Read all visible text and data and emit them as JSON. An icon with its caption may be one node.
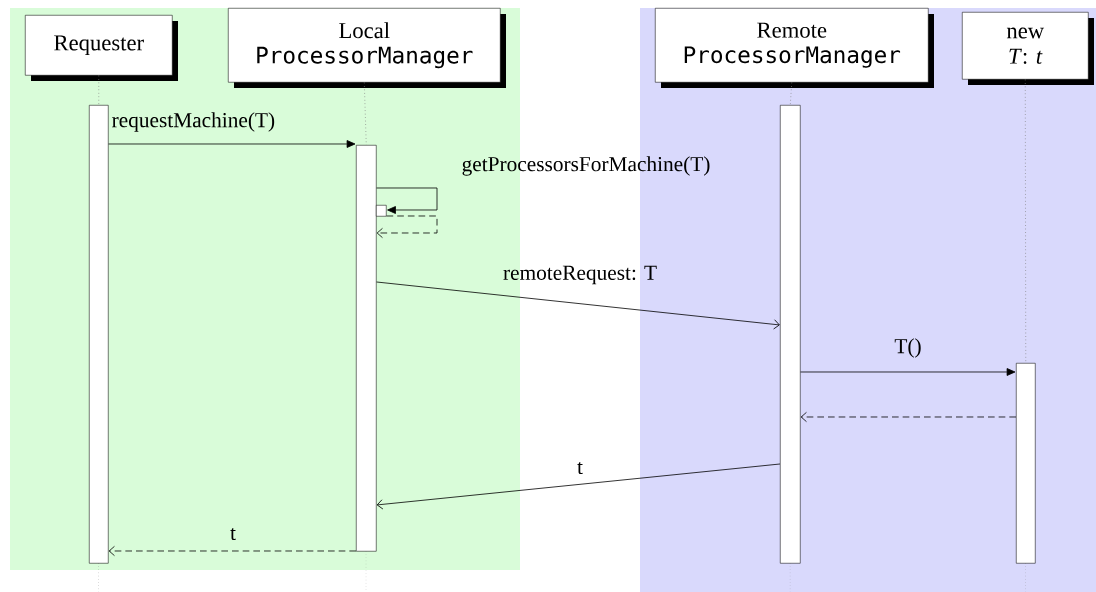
{
  "diagram": {
    "nodes": [
      {
        "text": [
          "Requester"
        ]
      },
      {
        "text": [
          "Local",
          "ProcessorManager"
        ]
      },
      {
        "text": [
          "Remote",
          "ProcessorManager"
        ]
      },
      {
        "text": [
          "new *T*: *t*"
        ]
      },
      {
        "text": [],
        "shape": "bar"
      },
      {
        "text": [],
        "shape": "bar"
      },
      {
        "text": [],
        "shape": "bar"
      },
      {
        "text": [],
        "shape": "bar"
      },
      {
        "text": [],
        "shape": "bar"
      }
    ],
    "edges": [
      {
        "from": 4,
        "to": 5,
        "arrow": "to",
        "label": "requestMachine(T)"
      },
      {
        "from": 5,
        "to": 6,
        "arrow": "to",
        "label": "getProcessorsForMachine(T)"
      },
      {
        "from": 6,
        "to": 5,
        "arrow": "to",
        "style": "dashed"
      },
      {
        "from": 5,
        "to": 7,
        "arrow": "to",
        "label": "remoteRequest: T"
      },
      {
        "from": 7,
        "to": 8,
        "arrow": "to",
        "label": "T()"
      },
      {
        "from": 8,
        "to": 7,
        "arrow": "to",
        "style": "dashed"
      },
      {
        "from": 7,
        "to": 5,
        "arrow": "to",
        "label": "t"
      },
      {
        "from": 5,
        "to": 4,
        "arrow": "to",
        "style": "dashed",
        "label": "t"
      },
      {
        "from": 0,
        "to": 4,
        "arrow": "none",
        "style": "dashed",
        "color": "#808080"
      },
      {
        "from": 1,
        "to": 5,
        "arrow": "none",
        "style": "dashed",
        "color": "#808080"
      },
      {
        "from": 2,
        "to": 7,
        "arrow": "none",
        "style": "dashed",
        "color": "#808080"
      },
      {
        "from": 3,
        "to": 8,
        "arrow": "none",
        "style": "dashed",
        "color": "#808080"
      }
    ]
  }
}
